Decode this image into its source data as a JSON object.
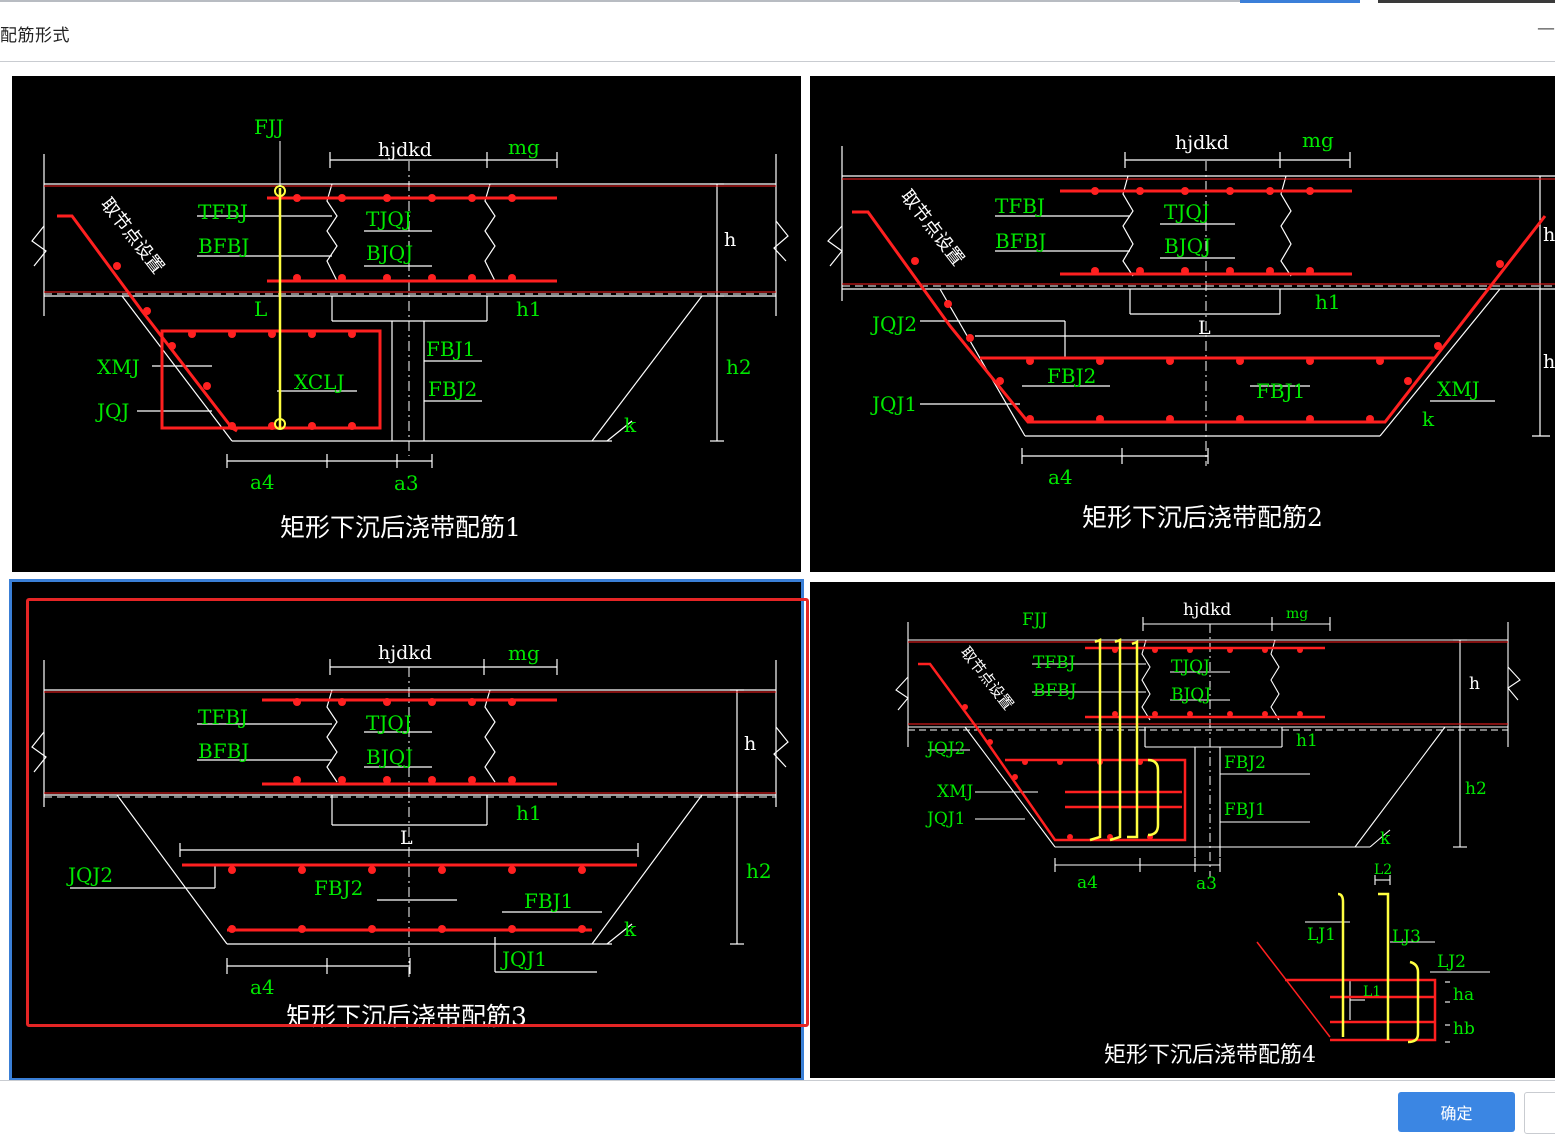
{
  "window": {
    "title": "配筋形式",
    "minimize": "—"
  },
  "footer": {
    "ok_label": "确定"
  },
  "colors": {
    "accent": "#3b86e3",
    "selection": "#3a7fd6",
    "highlight": "#e52525",
    "label": "#00ff00",
    "rebar": "#ff0000",
    "tie": "#ffff00"
  },
  "panels": [
    {
      "caption": "矩形下沉后浇带配筋1",
      "labels": {
        "FJJ": "FJJ",
        "hjdkd": "hjdkd",
        "mg": "mg",
        "TFBJ": "TFBJ",
        "BFBJ": "BFBJ",
        "TJQJ": "TJQJ",
        "BJQJ": "BJQJ",
        "h": "h",
        "h1": "h1",
        "h2": "h2",
        "L": "L",
        "FBJ1": "FBJ1",
        "FBJ2": "FBJ2",
        "XMJ": "XMJ",
        "JQJ": "JQJ",
        "XCLJ": "XCLJ",
        "k": "k",
        "a4": "a4",
        "a3": "a3",
        "node": "取节点设置"
      }
    },
    {
      "caption": "矩形下沉后浇带配筋2",
      "labels": {
        "hjdkd": "hjdkd",
        "mg": "mg",
        "TFBJ": "TFBJ",
        "BFBJ": "BFBJ",
        "TJQJ": "TJQJ",
        "BJQJ": "BJQJ",
        "h1": "h1",
        "L": "L",
        "JQJ2": "JQJ2",
        "JQJ1": "JQJ1",
        "FBJ2": "FBJ2",
        "FBJ1": "FBJ1",
        "XMJ": "XMJ",
        "k": "k",
        "a4": "a4",
        "h": "h",
        "h2": "h",
        "node": "取节点设置"
      }
    },
    {
      "caption": "矩形下沉后浇带配筋3",
      "labels": {
        "hjdkd": "hjdkd",
        "mg": "mg",
        "TFBJ": "TFBJ",
        "BFBJ": "BFBJ",
        "TJQJ": "TJQJ",
        "BJQJ": "BJQJ",
        "h": "h",
        "h1": "h1",
        "h2": "h2",
        "L": "L",
        "JQJ2": "JQJ2",
        "FBJ2": "FBJ2",
        "FBJ1": "FBJ1",
        "JQJ1": "JQJ1",
        "k": "k",
        "a4": "a4"
      }
    },
    {
      "caption": "矩形下沉后浇带配筋4",
      "labels": {
        "FJJ": "FJJ",
        "hjdkd": "hjdkd",
        "mg": "mg",
        "TFBJ": "TFBJ",
        "BFBJ": "BFBJ",
        "TJQJ": "TJQJ",
        "BJQJ": "BJQJ",
        "h": "h",
        "h1": "h1",
        "h2": "h2",
        "JQJ2": "JQJ2",
        "XMJ": "XMJ",
        "JQJ1": "JQJ1",
        "FBJ2": "FBJ2",
        "FBJ1": "FBJ1",
        "k": "k",
        "a4": "a4",
        "a3": "a3",
        "L2": "L2",
        "LJ1": "LJ1",
        "LJ3": "LJ3",
        "LJ2": "LJ2",
        "L1": "L1",
        "ha": "ha",
        "hb": "hb",
        "node": "取节点设置"
      }
    }
  ]
}
